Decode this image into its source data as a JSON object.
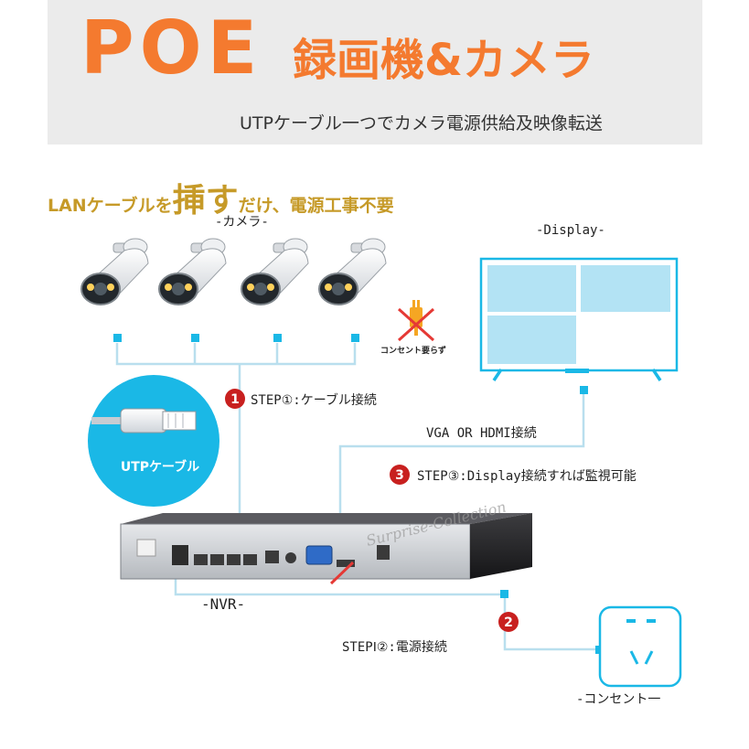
{
  "header": {
    "title_poe": "POE",
    "title_rest": "録画機&カメラ",
    "subtitle": "UTPケーブル一つでカメラ電源供給及映像転送"
  },
  "lan_heading": {
    "prefix": "LANケーブルを",
    "emph": "挿す",
    "suffix": "だけ、電源工事不要"
  },
  "labels": {
    "camera": "-カメラ-",
    "display": "-Display-",
    "no_outlet": "コンセント要らず",
    "step1": "STEP①:ケーブル接続",
    "vga": "VGA OR HDMI接続",
    "step3": "STEP③:Display接続すれば監視可能",
    "utp": "UTPケーブル",
    "watermark": "Surprise-Collection",
    "nvr": "-NVR-",
    "step2": "STEPⅠ②:電源接続",
    "outlet": "-コンセント一"
  },
  "badges": {
    "b1": "1",
    "b2": "2",
    "b3": "3"
  },
  "colors": {
    "orange": "#f47a2f",
    "gold": "#c69a28",
    "cyan": "#1ab8e6",
    "line": "#b9dfee",
    "badge": "#c8201f"
  }
}
